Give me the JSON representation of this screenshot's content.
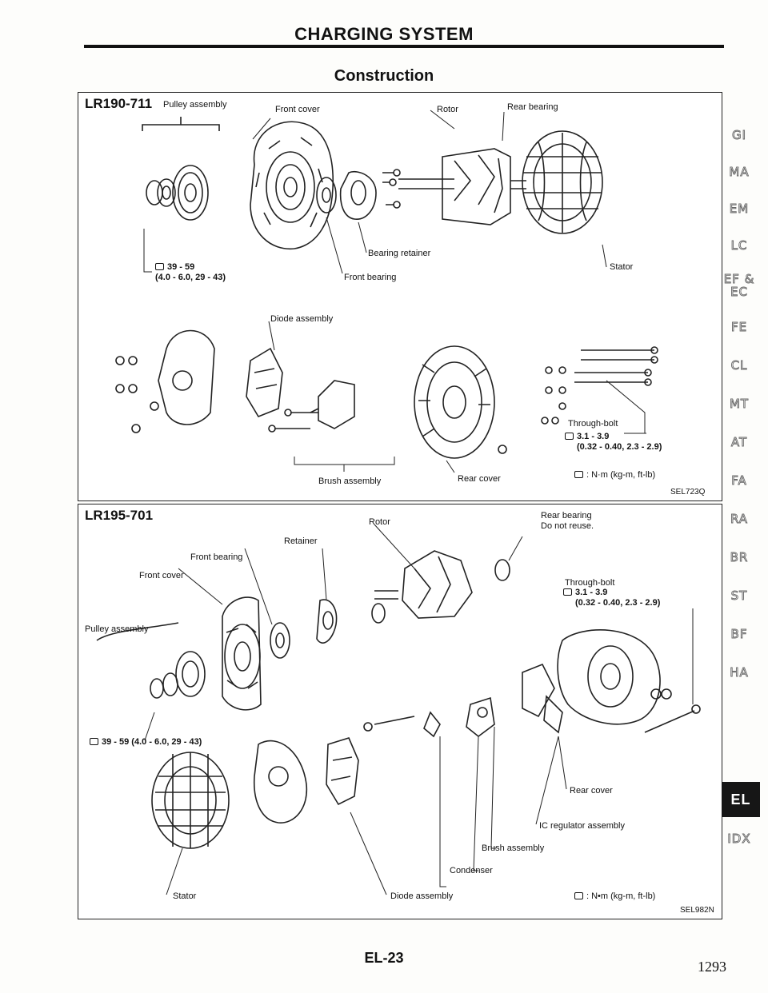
{
  "header": {
    "title": "CHARGING SYSTEM",
    "section": "Construction"
  },
  "diagram_a": {
    "model": "LR190-711",
    "pulley_assembly": "Pulley assembly",
    "front_cover": "Front cover",
    "rotor": "Rotor",
    "rear_bearing": "Rear bearing",
    "torque_line1": "39 - 59",
    "torque_line2": "(4.0 - 6.0, 29 - 43)",
    "bearing_retainer": "Bearing retainer",
    "front_bearing": "Front bearing",
    "stator": "Stator",
    "diode_assembly": "Diode assembly",
    "through_bolt": "Through-bolt",
    "bolt_torque_line1": "3.1 - 3.9",
    "bolt_torque_line2": "(0.32 - 0.40, 2.3 - 2.9)",
    "brush_assembly": "Brush assembly",
    "rear_cover": "Rear cover",
    "units": ": N·m (kg-m, ft-lb)",
    "code": "SEL723Q"
  },
  "diagram_b": {
    "model": "LR195-701",
    "rotor": "Rotor",
    "rear_bearing": "Rear bearing",
    "do_not_reuse": "Do not reuse.",
    "retainer": "Retainer",
    "front_bearing": "Front bearing",
    "front_cover": "Front cover",
    "through_bolt": "Through-bolt",
    "bolt_torque_line1": "3.1 - 3.9",
    "bolt_torque_line2": "(0.32 - 0.40, 2.3 - 2.9)",
    "pulley_assembly": "Pulley assembly",
    "torque": "39 - 59 (4.0 - 6.0, 29 - 43)",
    "rear_cover": "Rear cover",
    "ic_regulator": "IC regulator assembly",
    "brush_assembly": "Brush assembly",
    "condenser": "Condenser",
    "stator": "Stator",
    "diode_assembly": "Diode assembly",
    "units": ": N•m (kg-m, ft-lb)",
    "code": "SEL982N"
  },
  "side_tabs": [
    "GI",
    "MA",
    "EM",
    "LC",
    "EF &",
    "EC",
    "FE",
    "CL",
    "MT",
    "AT",
    "FA",
    "RA",
    "BR",
    "ST",
    "BF",
    "HA",
    "EL",
    "IDX"
  ],
  "footer": {
    "page_code": "EL-23",
    "page_number": "1293"
  }
}
